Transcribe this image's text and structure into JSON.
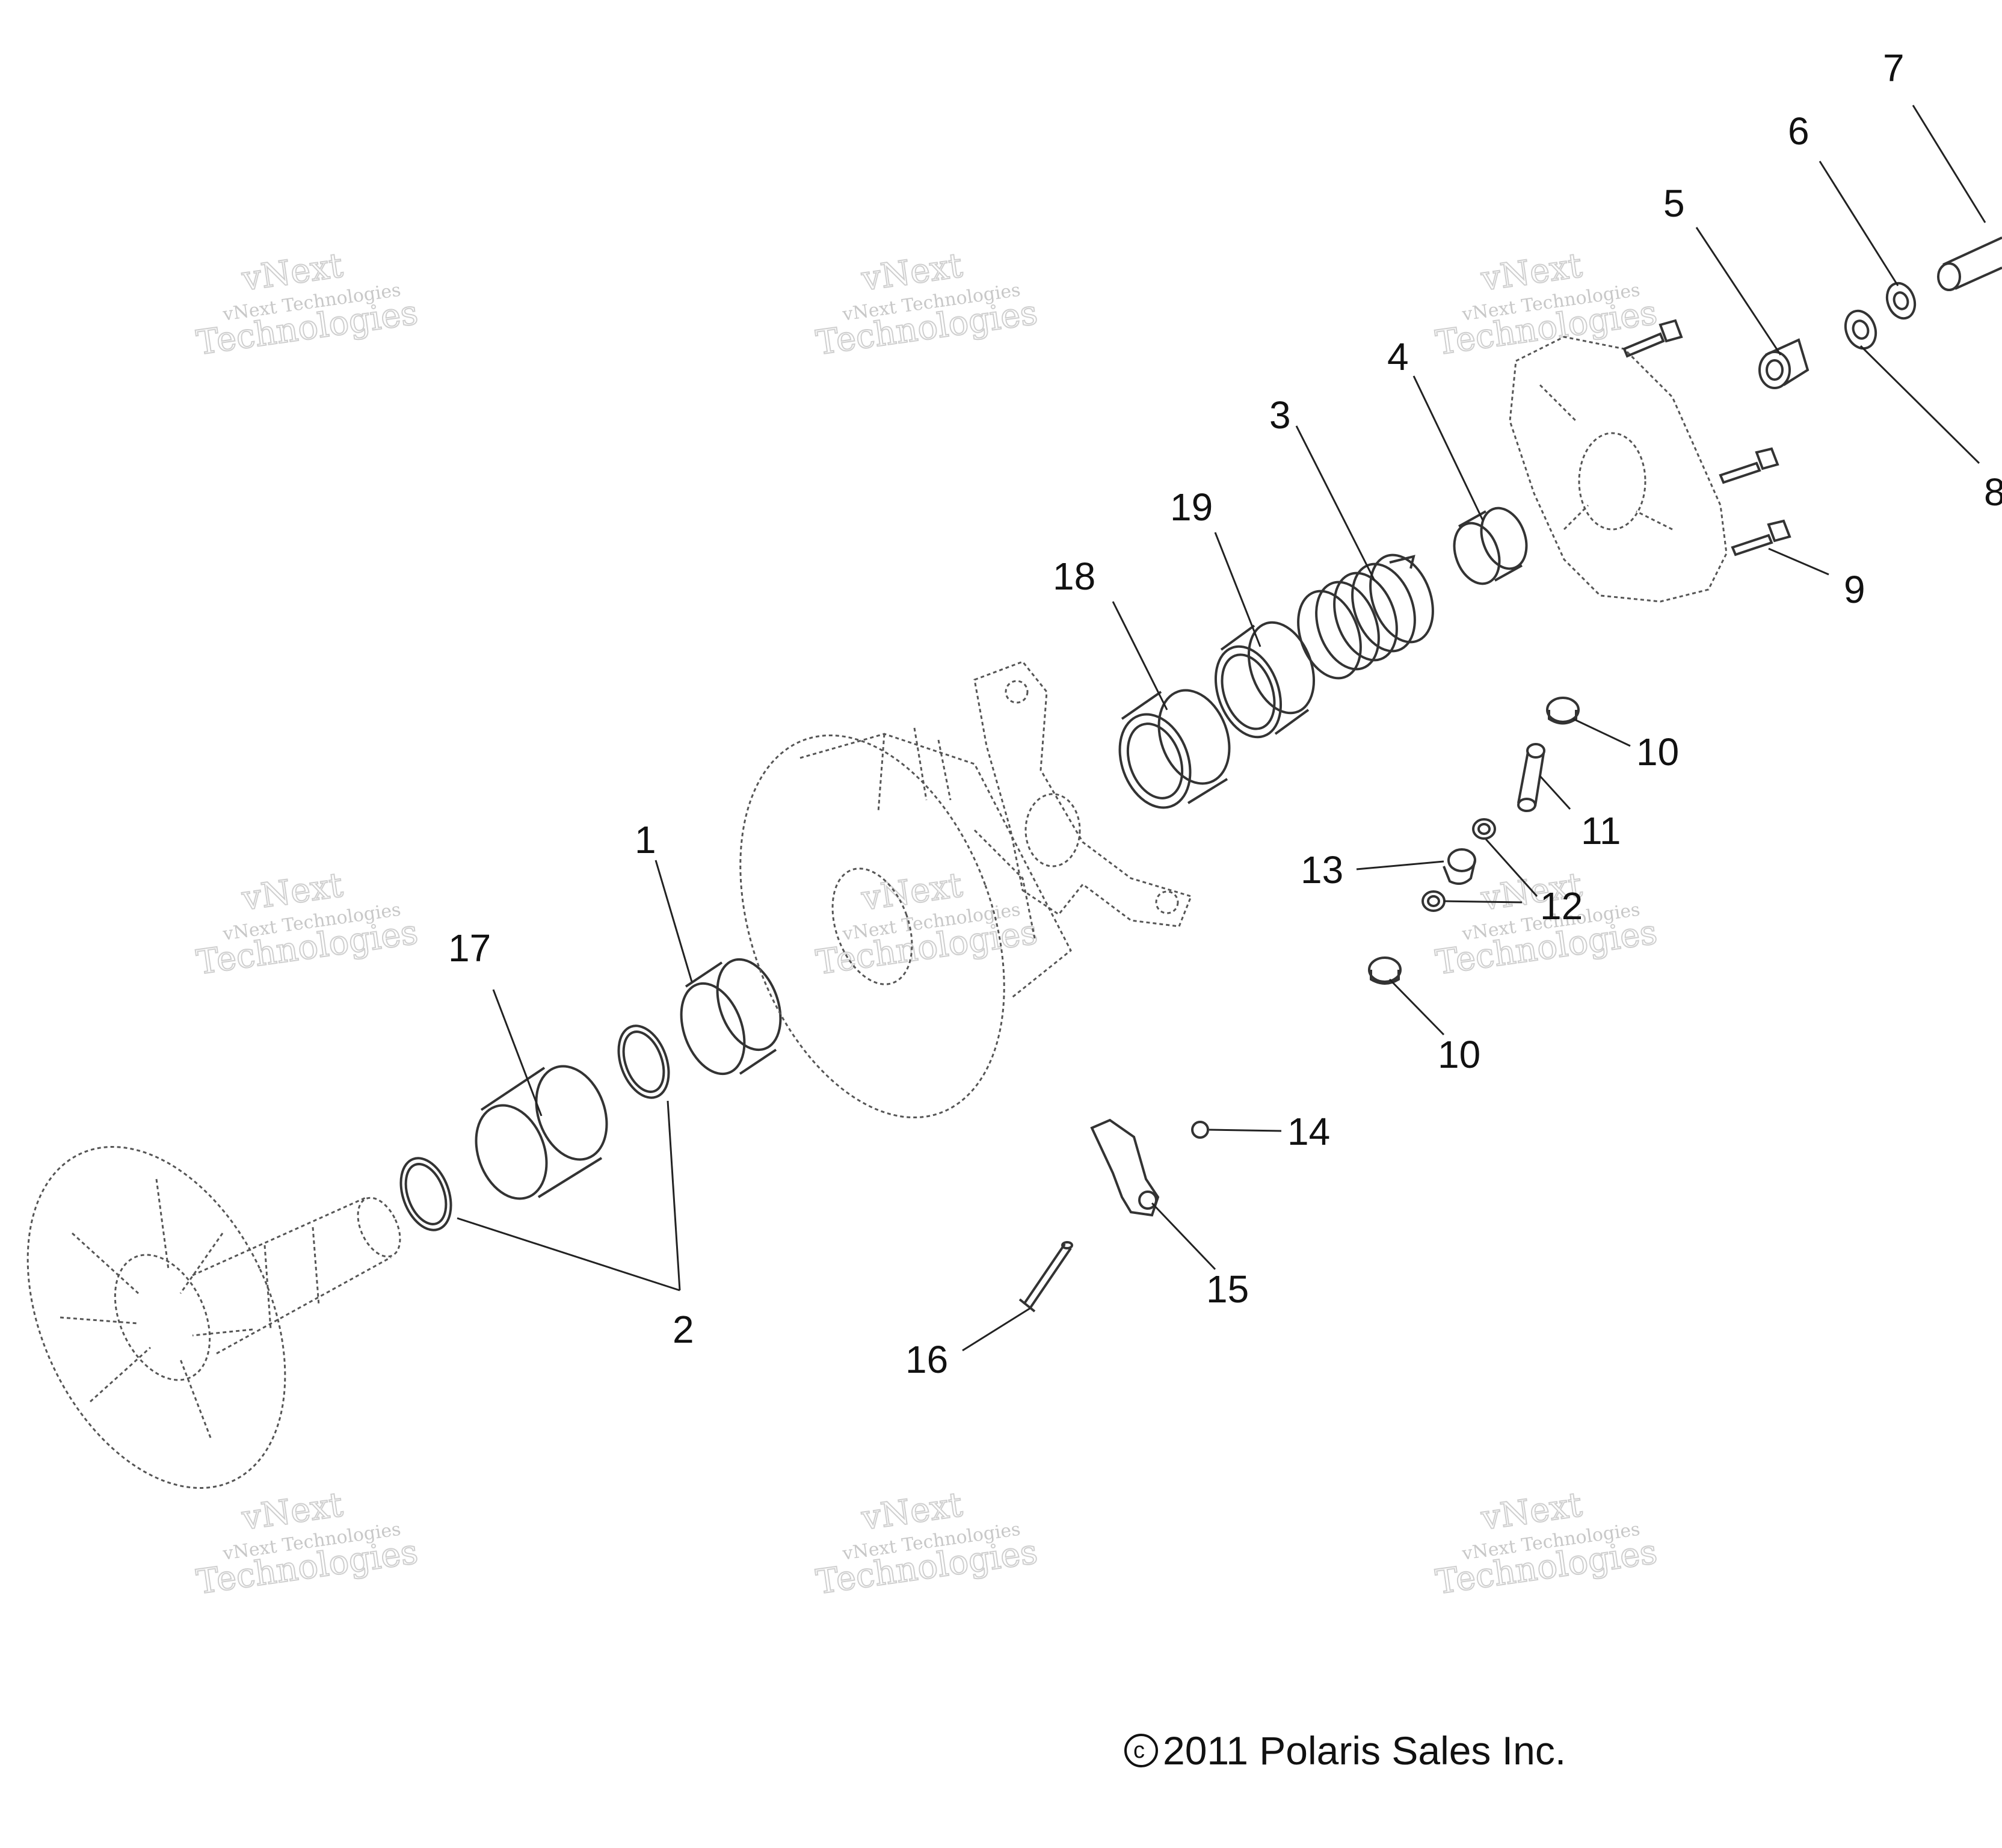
{
  "watermark": {
    "line1": "vNext",
    "line2": "vNext Technologies",
    "line3": "Technologies"
  },
  "callouts": [
    "1",
    "2",
    "3",
    "4",
    "5",
    "6",
    "7",
    "8",
    "9",
    "10",
    "10",
    "11",
    "12",
    "13",
    "14",
    "15",
    "16",
    "17",
    "18",
    "19"
  ],
  "copyright": "2011 Polaris Sales Inc.",
  "copyright_symbol": "c"
}
